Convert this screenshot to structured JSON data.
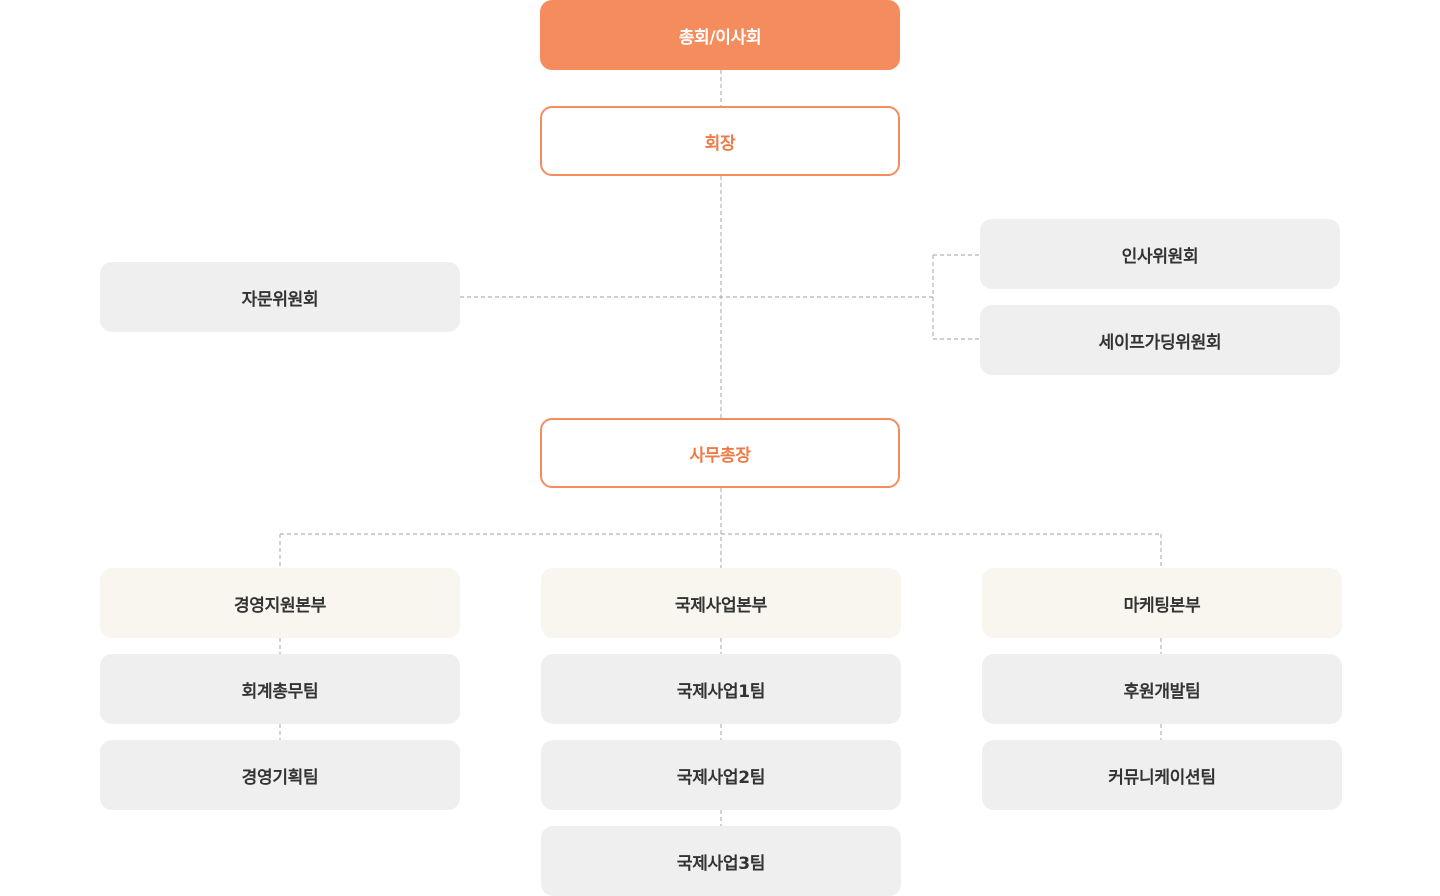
{
  "chart": {
    "top": {
      "board": "총회/이사회",
      "chairman": "회장"
    },
    "advisory": "자문위원회",
    "committees": [
      "인사위원회",
      "세이프가딩위원회"
    ],
    "secretary_general": "사무총장",
    "divisions": [
      {
        "name": "경영지원본부",
        "teams": [
          "회계총무팀",
          "경영기획팀"
        ]
      },
      {
        "name": "국제사업본부",
        "teams": [
          "국제사업1팀",
          "국제사업2팀",
          "국제사업3팀"
        ]
      },
      {
        "name": "마케팅본부",
        "teams": [
          "후원개발팀",
          "커뮤니케이션팀"
        ]
      }
    ],
    "colors": {
      "accent": "#f58c5e",
      "accent_text": "#f07a47",
      "box_gray": "#efefef",
      "box_cream": "#f8f6ef",
      "connector": "#b3b3b3"
    }
  }
}
